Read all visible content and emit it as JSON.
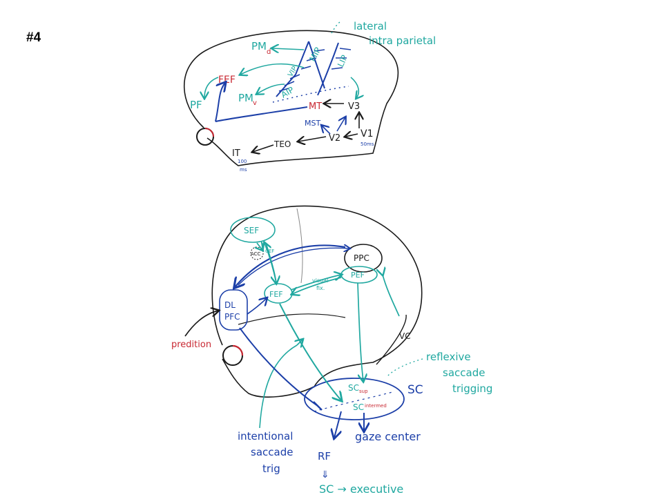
{
  "slide_number": "#4",
  "colors": {
    "dark_blue": "#1c3fa8",
    "teal": "#20a8a0",
    "red": "#c82832",
    "black": "#1a1a1a"
  },
  "top_diagram": {
    "annotation_lines": [
      "lateral",
      "intra parietal"
    ],
    "labels": {
      "pm_d": "PM",
      "pm_d_sub": "d",
      "fef": "FEF",
      "pf": "PF",
      "pm_v": "PM",
      "pm_v_sub": "v",
      "vip": "VIP",
      "mip": "MIP",
      "lip": "LIP",
      "aip": "AIP",
      "mt": "MT",
      "v3": "V3",
      "mst": "MST",
      "v2": "V2",
      "v1": "V1",
      "v1_time": "50ms",
      "teo": "TEO",
      "it": "IT",
      "it_time_1": "100",
      "it_time_2": "ms"
    }
  },
  "bottom_diagram": {
    "labels": {
      "sef": "SEF",
      "acc": "ACC",
      "cef": "CEF",
      "ppc": "PPC",
      "pef": "PEF",
      "fef": "FEF",
      "visual_fix_1": "visual",
      "visual_fix_2": "fix.",
      "dlpfc_1": "DL",
      "dlpfc_2": "PFC",
      "vc": "VC",
      "prediction": "predition",
      "sc": "SC",
      "sc_sup": "SC",
      "sc_sup_sub": "sup",
      "sc_inter": "SC",
      "sc_inter_sub": "intermed"
    },
    "annotations": {
      "reflexive": [
        "reflexive",
        "saccade",
        "trigging"
      ],
      "intentional": [
        "intentional",
        "saccade",
        "trig"
      ],
      "gaze_center": "gaze center",
      "rf": "RF",
      "executive": "SC → executive",
      "double_arrow": "⇓"
    }
  }
}
